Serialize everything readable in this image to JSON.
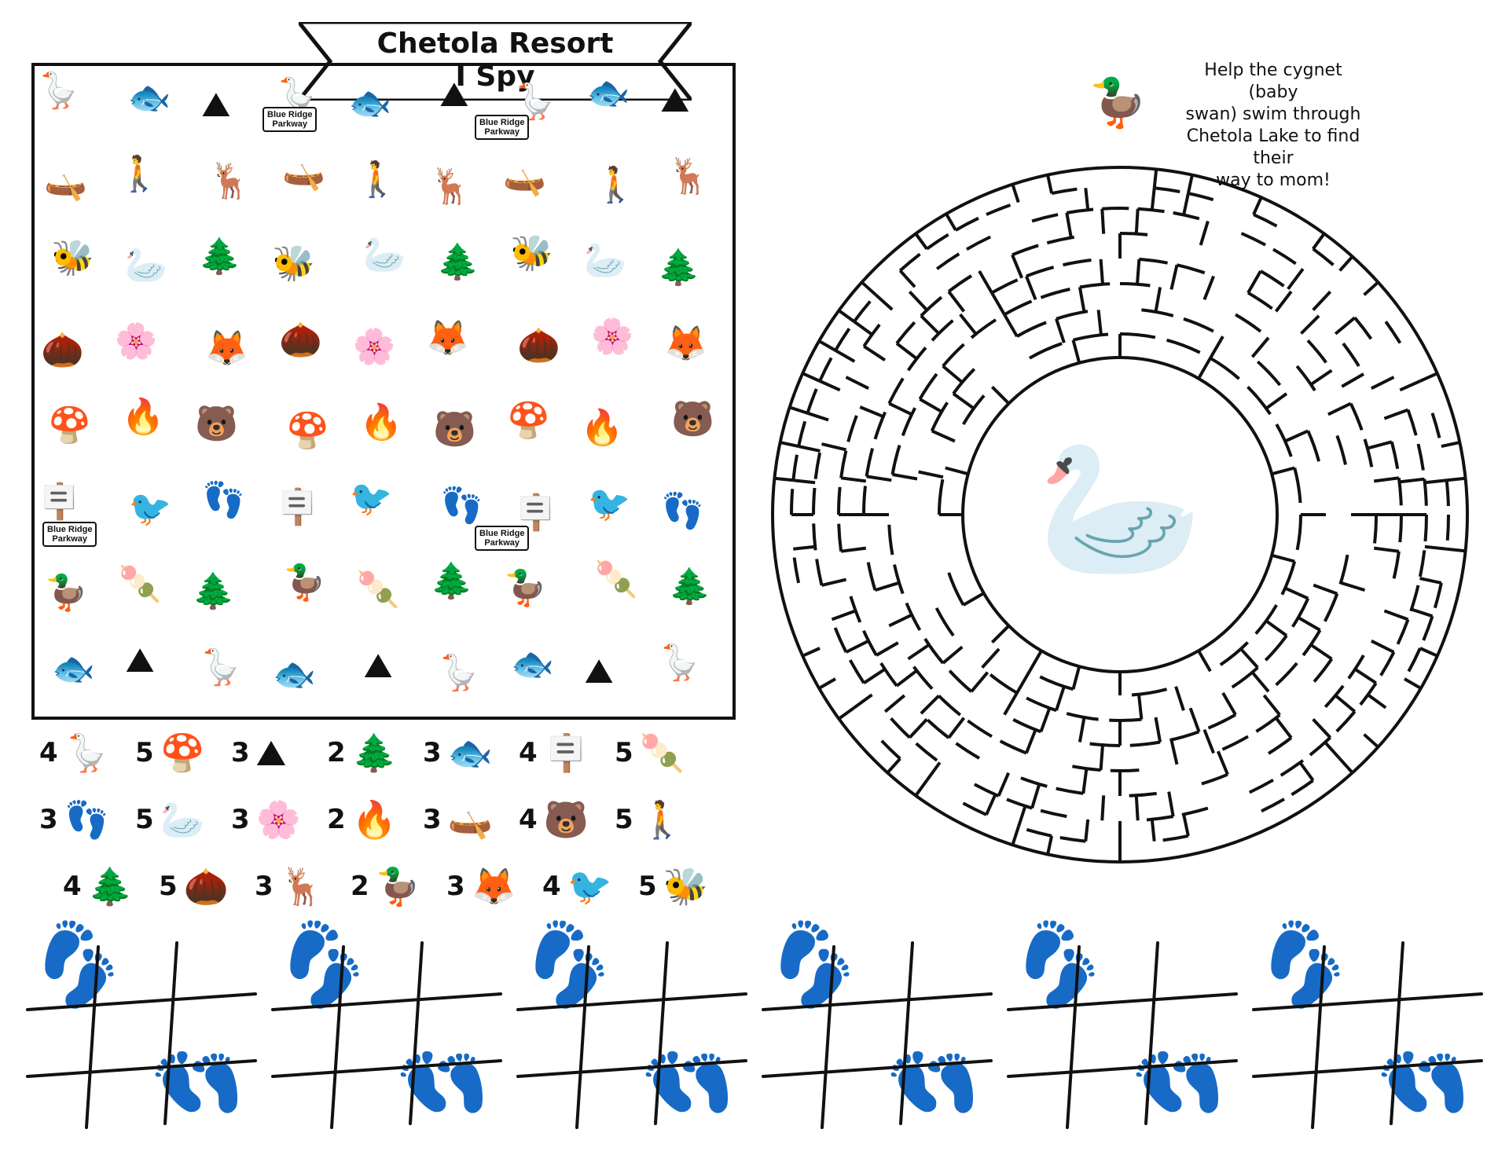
{
  "title": {
    "line1": "Chetola Resort",
    "line2": "I Spy"
  },
  "maze": {
    "instructions": "Help the cygnet (baby swan) swim through Chetola Lake to find their way to mom!",
    "instructions_lines": [
      "Help the cygnet (baby",
      "swan) swim through",
      "Chetola Lake to find their",
      "way to mom!"
    ],
    "center_icon": "swan-icon",
    "start_icon": "cygnet-icon"
  },
  "ispy": {
    "sign_text_line1": "Blue Ridge",
    "sign_text_line2": "Parkway",
    "items": [
      {
        "icon": "goose-icon",
        "glyph": "🪿"
      },
      {
        "icon": "kayak-icon",
        "glyph": "🛶"
      },
      {
        "icon": "bee-icon",
        "glyph": "🐝"
      },
      {
        "icon": "acorn-icon",
        "glyph": "🌰"
      },
      {
        "icon": "mushroom-icon",
        "glyph": "🍄"
      },
      {
        "icon": "sign-icon",
        "glyph": "🪧"
      },
      {
        "icon": "duck-icon",
        "glyph": "🦆"
      },
      {
        "icon": "trout-icon",
        "glyph": "🐟"
      },
      {
        "icon": "hiker-icon",
        "glyph": "🚶"
      },
      {
        "icon": "swan-icon",
        "glyph": "🦢"
      },
      {
        "icon": "lily-pad-icon",
        "glyph": "🌸"
      },
      {
        "icon": "campfire-icon",
        "glyph": "🔥"
      },
      {
        "icon": "cardinal-icon",
        "glyph": "🐦"
      },
      {
        "icon": "marshmallow-icon",
        "glyph": "🍡"
      },
      {
        "icon": "mountain-icon",
        "glyph": "⛰"
      },
      {
        "icon": "deer-icon",
        "glyph": "🦌"
      },
      {
        "icon": "pinecone-icon",
        "glyph": "🌲"
      },
      {
        "icon": "fox-icon",
        "glyph": "🦊"
      },
      {
        "icon": "bear-icon",
        "glyph": "🐻"
      },
      {
        "icon": "footprint-icon",
        "glyph": "👣"
      },
      {
        "icon": "pine-tree-icon",
        "glyph": "🌲"
      }
    ]
  },
  "key": [
    {
      "count": "4",
      "icon": "goose-icon",
      "glyph": "🪿"
    },
    {
      "count": "5",
      "icon": "mushroom-icon",
      "glyph": "🍄"
    },
    {
      "count": "3",
      "icon": "mountain-icon",
      "glyph": "⛰"
    },
    {
      "count": "2",
      "icon": "pine-tree-icon",
      "glyph": "🌲"
    },
    {
      "count": "3",
      "icon": "trout-icon",
      "glyph": "🐟"
    },
    {
      "count": "4",
      "icon": "sign-icon",
      "glyph": "🪧"
    },
    {
      "count": "5",
      "icon": "marshmallow-icon",
      "glyph": "🍡"
    },
    {
      "count": "3",
      "icon": "footprint-icon",
      "glyph": "👣"
    },
    {
      "count": "5",
      "icon": "swan-icon",
      "glyph": "🦢"
    },
    {
      "count": "3",
      "icon": "lily-pad-icon",
      "glyph": "🌸"
    },
    {
      "count": "2",
      "icon": "campfire-icon",
      "glyph": "🔥"
    },
    {
      "count": "3",
      "icon": "kayak-icon",
      "glyph": "🛶"
    },
    {
      "count": "4",
      "icon": "bear-icon",
      "glyph": "🐻"
    },
    {
      "count": "5",
      "icon": "hiker-icon",
      "glyph": "🚶"
    },
    {
      "count": "4",
      "icon": "pinecone-icon",
      "glyph": "🌲"
    },
    {
      "count": "5",
      "icon": "acorn-icon",
      "glyph": "🌰"
    },
    {
      "count": "3",
      "icon": "deer-icon",
      "glyph": "🦌"
    },
    {
      "count": "2",
      "icon": "duck-icon",
      "glyph": "🦆"
    },
    {
      "count": "3",
      "icon": "fox-icon",
      "glyph": "🦊"
    },
    {
      "count": "4",
      "icon": "cardinal-icon",
      "glyph": "🐦"
    },
    {
      "count": "5",
      "icon": "bee-icon",
      "glyph": "🐝"
    }
  ],
  "tic_tac_toe": {
    "board_count": 6,
    "decoration_icon": "boot-print-icon",
    "decoration_glyph": "👣",
    "decoration_color": "#b6b6b6"
  }
}
